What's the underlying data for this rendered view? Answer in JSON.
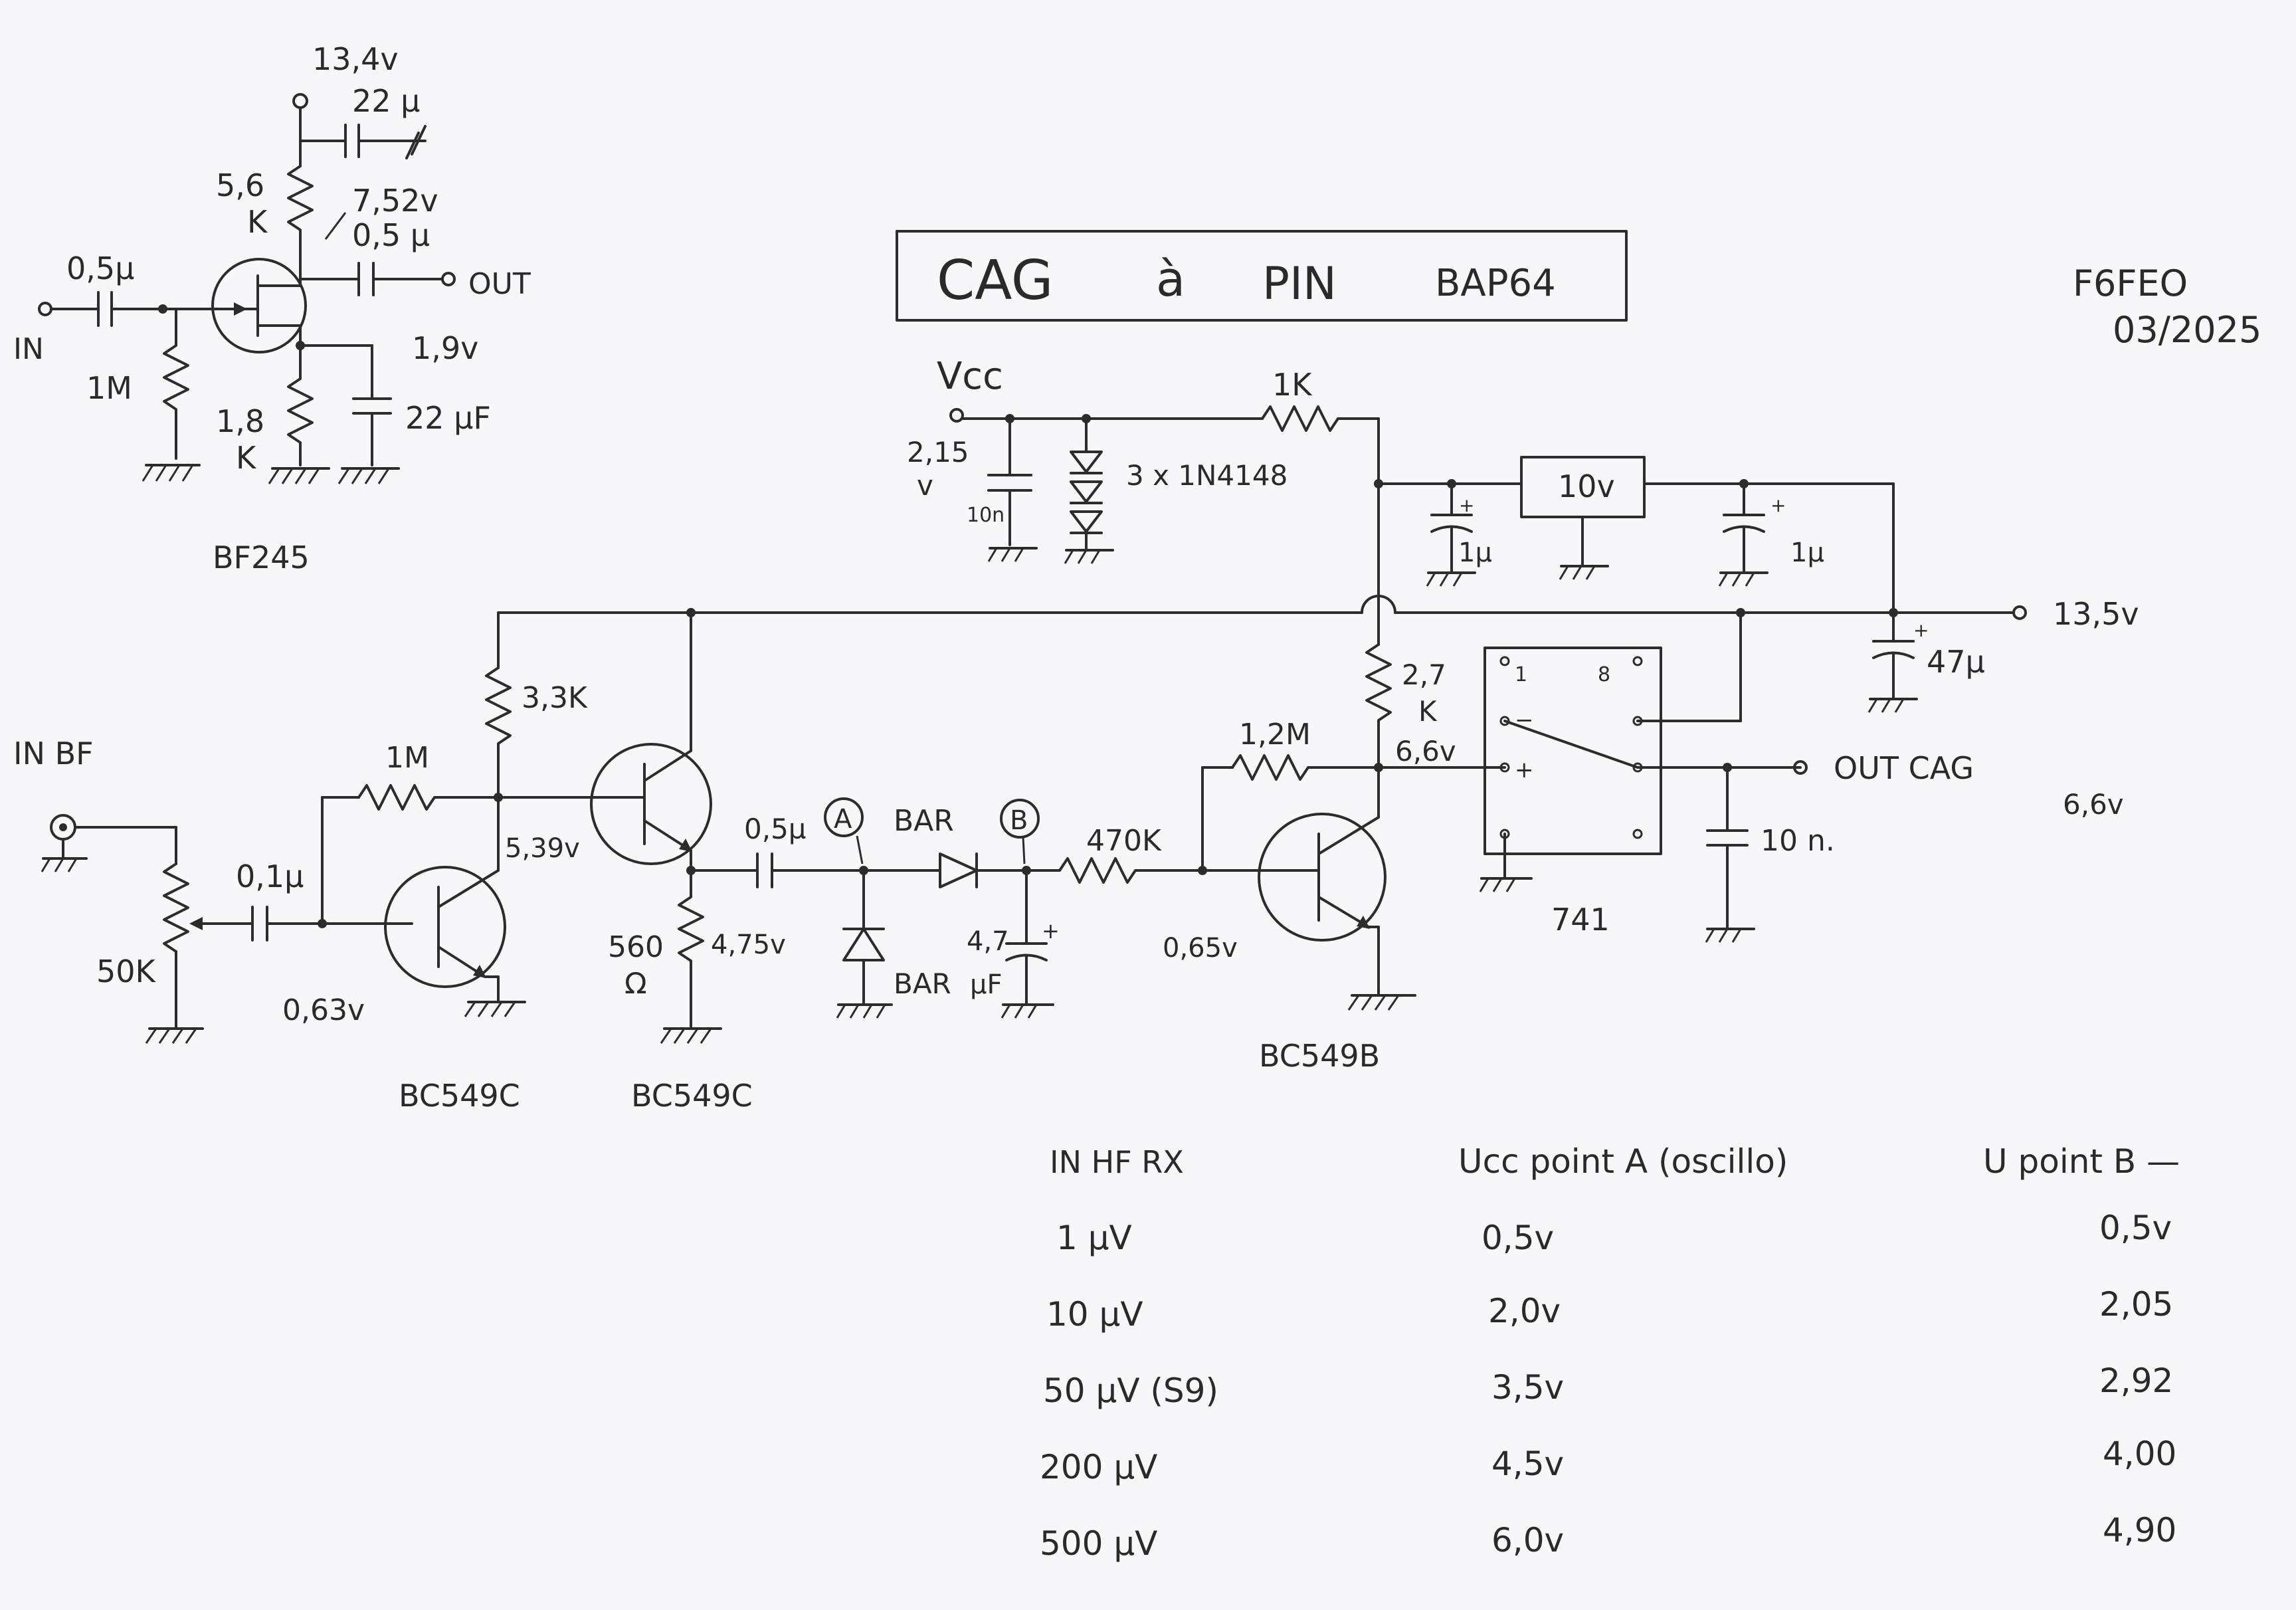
{
  "title": {
    "main": "CAG",
    "a": "à",
    "pin": "PIN",
    "part": "BAP64"
  },
  "author": {
    "call": "F6FEO",
    "date": "03/2025"
  },
  "preamp": {
    "supply": "13,4v",
    "cap_supply": "22 µ",
    "r_drain": "5,6",
    "r_drain_unit": "K",
    "v_drain": "7,52v",
    "cap_out": "0,5 µ",
    "out": "OUT",
    "cap_in": "0,5µ",
    "in": "IN",
    "r_gate": "1M",
    "r_source": "1,8",
    "r_source_unit": "K",
    "v_source": "1,9v",
    "cap_source": "22 µF",
    "fet": "BF245"
  },
  "main": {
    "vcc": "Vcc",
    "v_vcc": "2,15",
    "v_unit": "v",
    "cap_vcc": "10n",
    "diodes": "3 x 1N4148",
    "r_1k": "1K",
    "cap_reg_in": "1µ",
    "reg": "10v",
    "cap_reg_out": "1µ",
    "supply": "13,5v",
    "cap_47": "47µ",
    "in_bf": "IN BF",
    "pot": "50K",
    "cap_in": "0,1µ",
    "r_bias": "1M",
    "v_base1": "0,63v",
    "r_coll": "3,3K",
    "v_coll": "5,39v",
    "q1": "BC549C",
    "q2": "BC549C",
    "r_emit": "560",
    "r_emit_unit": "Ω",
    "v_emit": "4,75v",
    "cap_coupling": "0,5µ",
    "point_a": "A",
    "point_b": "B",
    "bar1": "BAR",
    "bar2": "BAR",
    "cap_b_val": "4,7",
    "cap_b_unit": "µF",
    "r_470k": "470K",
    "v_base3": "0,65v",
    "r_12m": "1,2M",
    "r_27k": "2,7",
    "r_27k_unit": "K",
    "v_coll3": "6,6v",
    "q3": "BC549B",
    "opamp": "741",
    "pin1": "1",
    "pin8": "8",
    "minus": "−",
    "plus": "+",
    "out_cag": "OUT CAG",
    "v_out": "6,6v",
    "cap_out": "10 n."
  },
  "table": {
    "headers": [
      "IN HF RX",
      "Ucc point A (oscillo)",
      "U point B —"
    ],
    "rows": [
      [
        "1 µV",
        "0,5v",
        "0,5v"
      ],
      [
        "10 µV",
        "2,0v",
        "2,05"
      ],
      [
        "50 µV (S9)",
        "3,5v",
        "2,92"
      ],
      [
        "200 µV",
        "4,5v",
        "4,00"
      ],
      [
        "500 µV",
        "6,0v",
        "4,90"
      ]
    ]
  }
}
